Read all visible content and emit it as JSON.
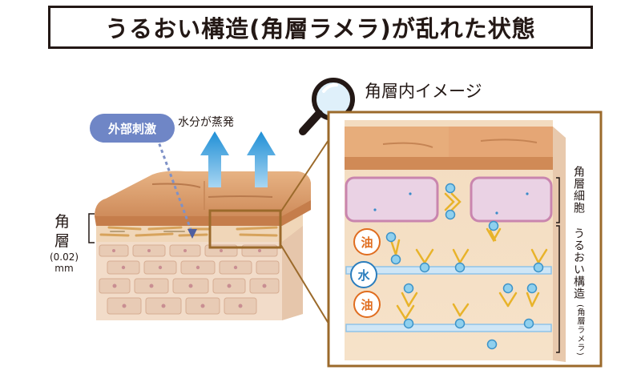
{
  "title": "うるおい構造(角層ラメラ)が乱れた状態",
  "zoom_title": "角層内イメージ",
  "evaporation_label": "水分が蒸発",
  "stimulus_label": "外部刺激",
  "stratum_corneum_label": {
    "char1": "角",
    "char2": "層"
  },
  "thickness_label": {
    "value": "0.02",
    "unit": "mm"
  },
  "side_labels": {
    "cells": "角層細胞",
    "moisture_structure": "うるおい構造",
    "lamella_note": "角層ラメラ"
  },
  "badges": {
    "oil_top": "油",
    "water": "水",
    "oil_bottom": "油"
  },
  "colors": {
    "oil": "#e06d1f",
    "water": "#2a7dbd",
    "arrow": "#1f8fd6",
    "frame": "#9b6a2b",
    "stimulus": "#6f86c6"
  }
}
